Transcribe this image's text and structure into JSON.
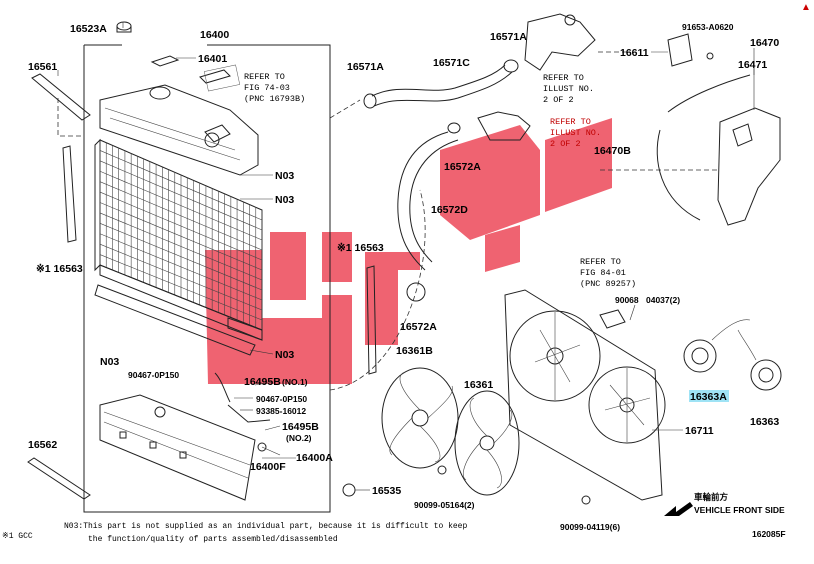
{
  "diagram_id": "162085F",
  "labels": {
    "p16523A": "16523A",
    "p16400": "16400",
    "p16401": "16401",
    "p16561": "16561",
    "p16571A_a": "16571A",
    "p16571C": "16571C",
    "p16571A_b": "16571A",
    "p16611": "16611",
    "p91653": "91653-A0620",
    "p16470": "16470",
    "p16471": "16471",
    "p16572A_a": "16572A",
    "p16470B": "16470B",
    "p16572D": "16572D",
    "p16563_right": "※1 16563",
    "p16563_left": "※1 16563",
    "p16572A_b": "16572A",
    "n03_a": "N03",
    "n03_b": "N03",
    "n03_c": "N03",
    "n03_d": "N03",
    "p16361B": "16361B",
    "p16361": "16361",
    "p90068": "90068",
    "p04037": "04037(2)",
    "p16363A": "16363A",
    "p16363": "16363",
    "p16711": "16711",
    "p90467_a": "90467-0P150",
    "p16495B_1": "16495B",
    "p16495B_1_note": "(NO.1)",
    "p90467_b": "90467-0P150",
    "p93385": "93385-16012",
    "p16495B_2": "16495B",
    "p16495B_2_note": "(NO.2)",
    "p16400F": "16400F",
    "p16400A": "16400A",
    "p16562": "16562",
    "p16535": "16535",
    "p90099_a": "90099-05164(2)",
    "p90099_b": "90099-04119(6)"
  },
  "references": {
    "fig74": [
      "REFER TO",
      "FIG 74-03",
      "(PNC 16793B)"
    ],
    "illust_a": [
      "REFER TO",
      "ILLUST NO.",
      "2 OF 2"
    ],
    "illust_b": [
      "REFER TO",
      "ILLUST NO.",
      "2 OF 2"
    ],
    "fig84": [
      "REFER TO",
      "FIG 84-01",
      "(PNC 89257)"
    ]
  },
  "direction": {
    "jp": "車輪前方",
    "en": "VEHICLE FRONT SIDE"
  },
  "footnotes": {
    "n03_line1": "N03:This part is not supplied as an individual part, because it is difficult to keep",
    "n03_line2": "the function/quality of parts assembled/disassembled",
    "gcc": "※1 GCC"
  },
  "highlight_color": "#9fe3f5",
  "watermark_color": "#e9273a"
}
